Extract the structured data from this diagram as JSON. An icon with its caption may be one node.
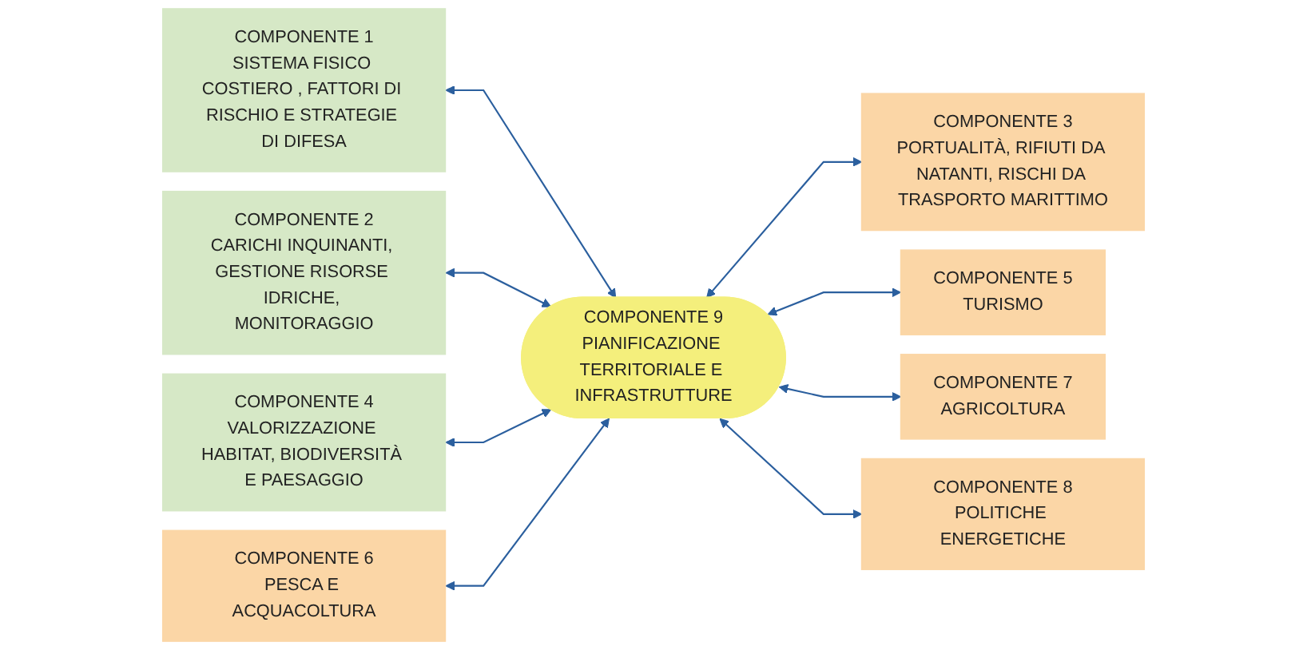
{
  "diagram": {
    "nodes": [
      {
        "text": [
          "COMPONENTE 1",
          "SISTEMA FISICO COSTIERO , FATTORI DI RISCHIO E STRATEGIE DI DIFESA"
        ]
      },
      {
        "text": [
          "COMPONENTE 2",
          "CARICHI INQUINANTI, GESTIONE RISORSE IDRICHE, MONITORAGGIO"
        ]
      },
      {
        "text": [
          "COMPONENTE 3",
          "PORTUALITÀ, RIFIUTI DA NATANTI, RISCHI DA TRASPORTO MARITTIMO"
        ]
      },
      {
        "text": [
          "COMPONENTE 4",
          "VALORIZZAZIONE HABITAT, BIODIVERSITÀ E PAESAGGIO"
        ]
      },
      {
        "text": [
          "COMPONENTE 9",
          "PIANIFICAZIONE TERRITORIALE E INFRASTRUTTURE"
        ]
      },
      {
        "text": [
          "COMPONENTE 5",
          "TURISMO"
        ]
      },
      {
        "text": [
          "COMPONENTE 6",
          "PESCA E ACQUACOLTURA"
        ]
      },
      {
        "text": [
          "COMPONENTE 7",
          "AGRICOLTURA"
        ]
      },
      {
        "text": [
          "COMPONENTE 8",
          "POLITICHE ENERGETICHE"
        ]
      }
    ],
    "edges": [
      {
        "from": 0,
        "to": 4,
        "arrow": "both"
      },
      {
        "from": 1,
        "to": 4,
        "arrow": "both"
      },
      {
        "from": 4,
        "to": 2,
        "arrow": "both"
      },
      {
        "from": 3,
        "to": 4,
        "arrow": "both"
      },
      {
        "from": 4,
        "to": 5,
        "arrow": "both"
      },
      {
        "from": 6,
        "to": 4,
        "arrow": "both"
      },
      {
        "from": 4,
        "to": 7,
        "arrow": "both"
      },
      {
        "from": 4,
        "to": 8,
        "arrow": "both"
      }
    ]
  }
}
